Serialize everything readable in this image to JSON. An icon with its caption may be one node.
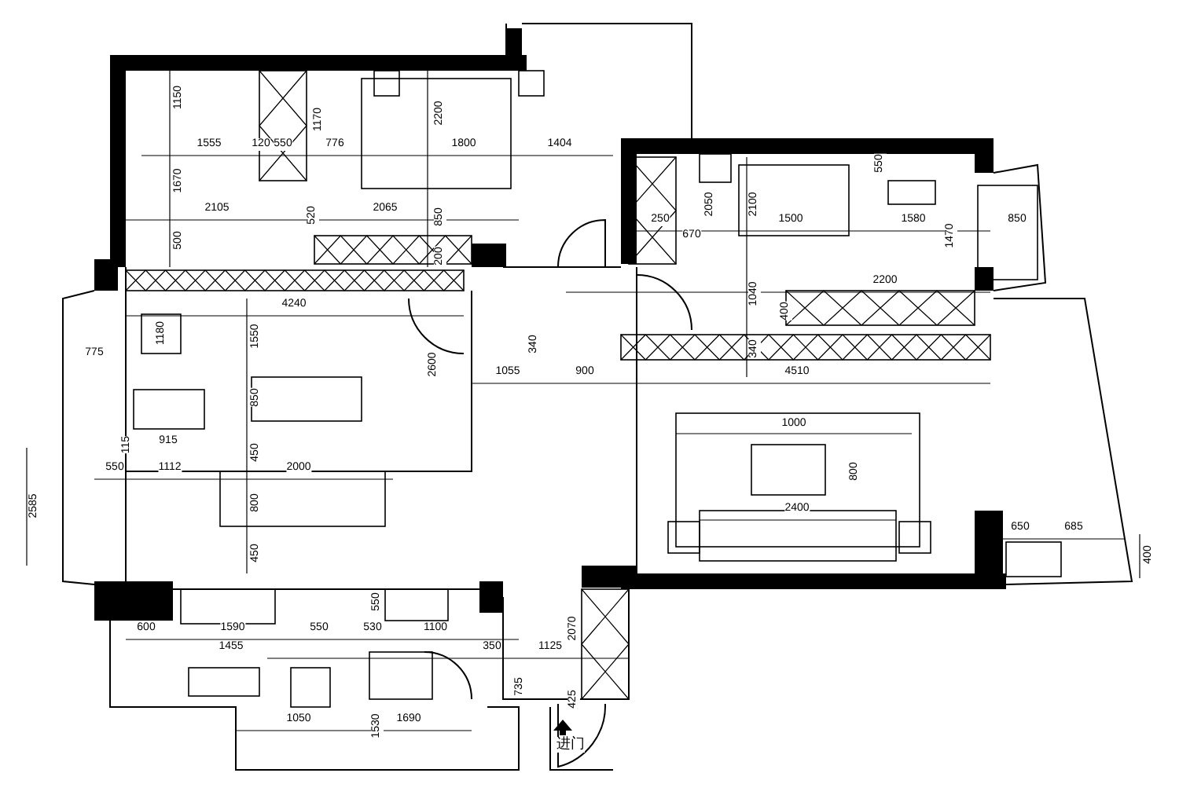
{
  "diagram": {
    "labels": [
      "1150",
      "1555",
      "120",
      "550",
      "776",
      "1170",
      "2200",
      "1800",
      "1404",
      "1670",
      "2105",
      "520",
      "2065",
      "850",
      "500",
      "200",
      "550",
      "2050",
      "2100",
      "250",
      "670",
      "1500",
      "1580",
      "1470",
      "850",
      "1040",
      "2200",
      "400",
      "340",
      "4510",
      "4240",
      "1180",
      "1550",
      "775",
      "2600",
      "340",
      "1055",
      "900",
      "850",
      "115",
      "915",
      "550",
      "1112",
      "2000",
      "450",
      "2585",
      "800",
      "450",
      "1000",
      "800",
      "2400",
      "650",
      "685",
      "400",
      "600",
      "1590",
      "550",
      "530",
      "1100",
      "550",
      "1455",
      "2070",
      "350",
      "1125",
      "735",
      "425",
      "1050",
      "1530",
      "1690",
      "进门"
    ]
  }
}
